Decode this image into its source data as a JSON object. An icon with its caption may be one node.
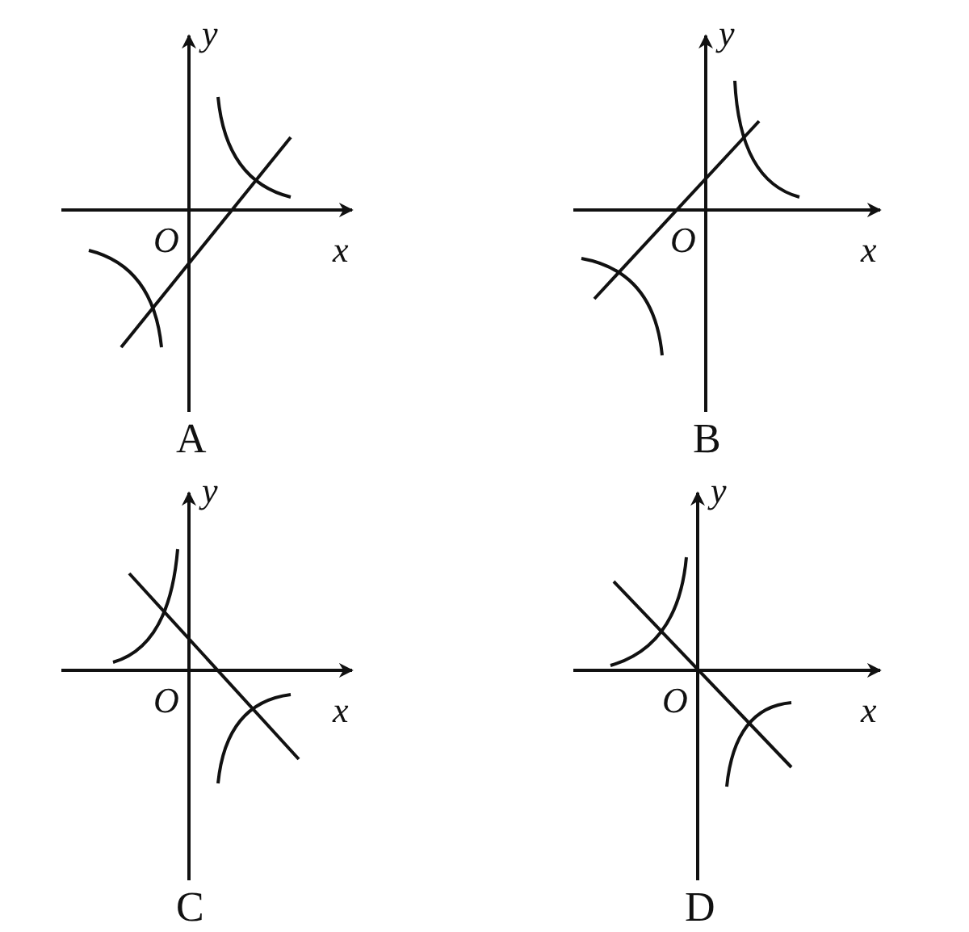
{
  "diagram": {
    "labels": [
      "y",
      "O",
      "x",
      "A",
      "y",
      "O",
      "x",
      "B",
      "y",
      "O",
      "x",
      "C",
      "y",
      "O",
      "x",
      "D"
    ]
  }
}
